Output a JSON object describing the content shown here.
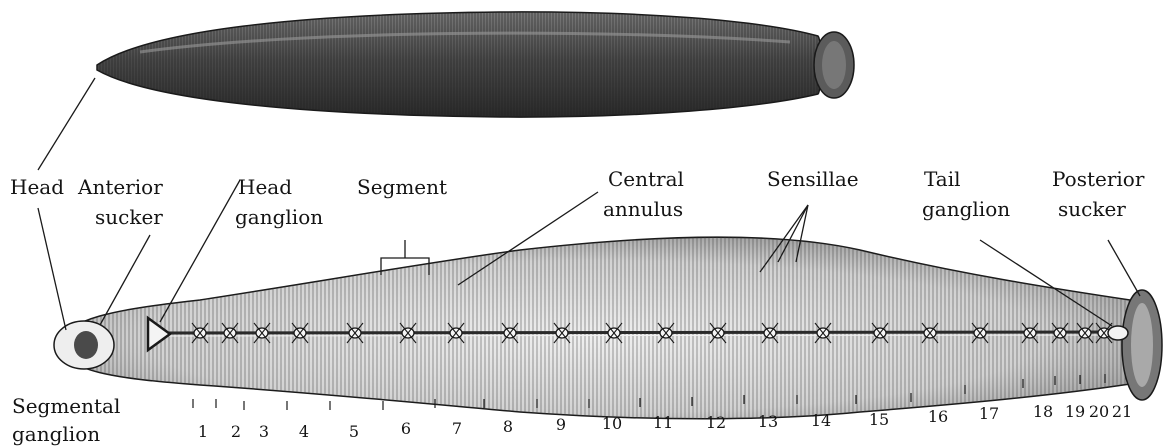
{
  "labels": {
    "head": "Head",
    "anterior_sucker_1": "Anterior",
    "anterior_sucker_2": "sucker",
    "head_ganglion_1": "Head",
    "head_ganglion_2": "ganglion",
    "segment": "Segment",
    "central_annulus_1": "Central",
    "central_annulus_2": "annulus",
    "sensillae": "Sensillae",
    "tail_ganglion_1": "Tail",
    "tail_ganglion_2": "ganglion",
    "posterior_sucker_1": "Posterior",
    "posterior_sucker_2": "sucker",
    "segmental_ganglion_1": "Segmental",
    "segmental_ganglion_2": "ganglion"
  },
  "segment_numbers": [
    "1",
    "2",
    "3",
    "4",
    "5",
    "6",
    "7",
    "8",
    "9",
    "10",
    "11",
    "12",
    "13",
    "14",
    "15",
    "16",
    "17",
    "18",
    "19",
    "20",
    "21"
  ],
  "colors": {
    "body_dark": "#5a5a5a",
    "body_light": "#cfcfcf",
    "ink": "#141414"
  }
}
